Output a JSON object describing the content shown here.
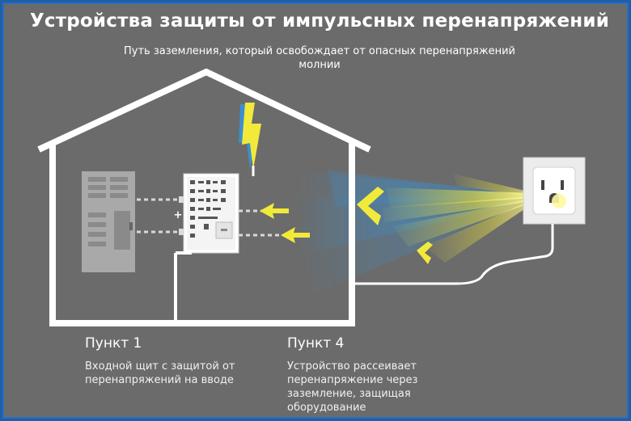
{
  "header": {
    "title": "Устройства защиты от импульсных перенапряжений",
    "subtitle": "Путь заземления, который освобождает от опасных перенапряжений молнии"
  },
  "captions": [
    {
      "heading": "Пункт 1",
      "body": "Входной щит с защитой от перенапряжений на вводе"
    },
    {
      "heading": "Пункт 4",
      "body": "Устройство рассеивает перенапряжение через заземление, защищая оборудование"
    }
  ],
  "panel": {
    "plus_symbol": "+"
  },
  "colors": {
    "background": "#6b6b6b",
    "house_outline": "#ffffff",
    "panel_fill": "#a9a9a9",
    "lightning_yellow": "#f2ea3a",
    "lightning_blue": "#3a8fd0",
    "frame_blue": "#2a6cc0"
  },
  "icons": [
    "lightning-bolt-icon",
    "wall-outlet-icon",
    "arrow-left-icon",
    "surge-chevron-icon"
  ]
}
